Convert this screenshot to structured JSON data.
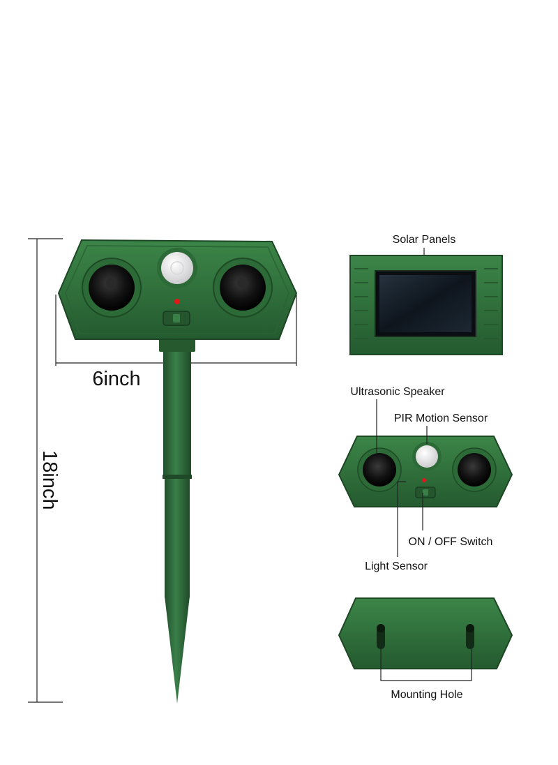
{
  "labels": {
    "width": "6inch",
    "height": "18inch",
    "solar_panels": "Solar Panels",
    "ultrasonic_speaker": "Ultrasonic Speaker",
    "pir_motion_sensor": "PIR Motion Sensor",
    "on_off_switch": "ON / OFF Switch",
    "light_sensor": "Light Sensor",
    "mounting_hole": "Mounting Hole"
  },
  "colors": {
    "body_green": "#2f6e3b",
    "body_dark": "#1f4f29",
    "body_light": "#3f8a4c",
    "speaker": "#0c0c0c",
    "pir": "#e6e6e8",
    "led": "#e01818",
    "solar": "#101820",
    "line": "#222222",
    "text": "#111111"
  },
  "icons": [
    "speaker-icon",
    "pir-sensor-icon",
    "led-icon",
    "switch-icon",
    "solar-panel-icon",
    "mounting-hole-icon"
  ]
}
